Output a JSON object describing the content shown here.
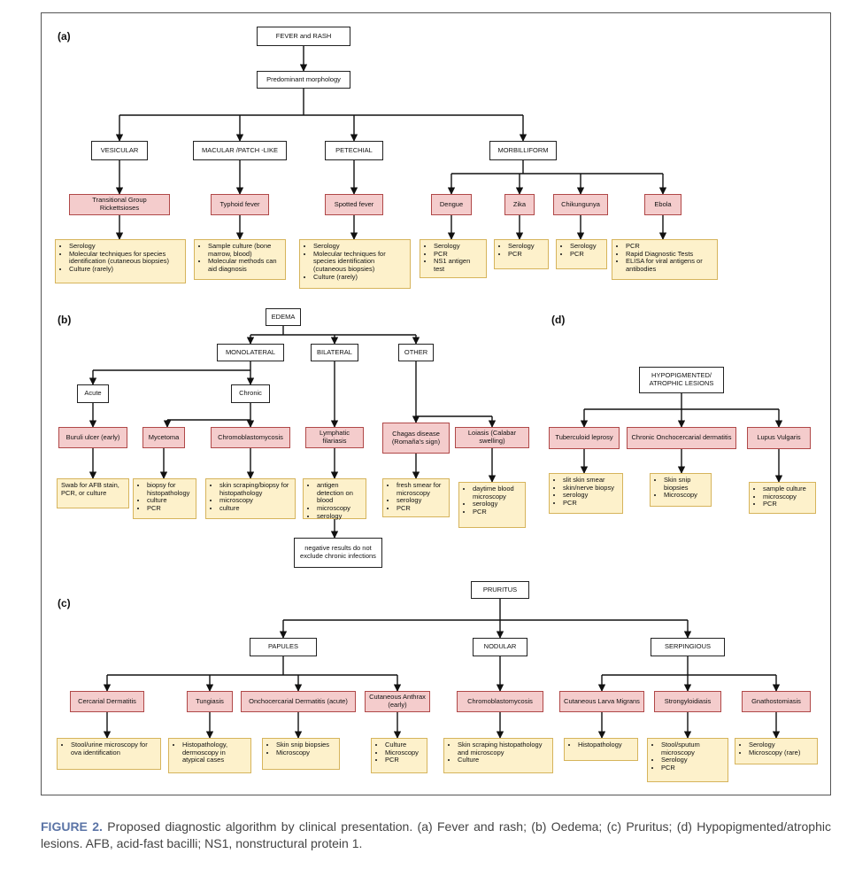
{
  "panels": {
    "a": "(a)",
    "b": "(b)",
    "c": "(c)",
    "d": "(d)"
  },
  "nodes": {
    "fever_rash": "FEVER and RASH",
    "predominant": "Predominant morphology",
    "vesicular": "VESICULAR",
    "macular": "MACULAR /PATCH -LIKE",
    "petechial": "PETECHIAL",
    "morbilliform": "MORBILLIFORM",
    "tgr": "Transitional Group Rickettsioses",
    "typhoid": "Typhoid fever",
    "spotted": "Spotted fever",
    "dengue": "Dengue",
    "zika": "Zika",
    "chik": "Chikungunya",
    "ebola": "Ebola",
    "edema": "EDEMA",
    "monolateral": "MONOLATERAL",
    "bilateral": "BILATERAL",
    "other": "OTHER",
    "acute": "Acute",
    "chronic": "Chronic",
    "buruli": "Buruli ulcer (early)",
    "mycetoma": "Mycetoma",
    "chromo_b": "Chromoblastomycosis",
    "lymph": "Lymphatic filariasis",
    "chagas": "Chagas disease (Romaña's sign)",
    "loiasis": "Loiasis (Calabar swelling)",
    "neg": "negative results do not exclude chronic infections",
    "hypo": "HYPOPIGMENTED/ ATROPHIC LESIONS",
    "tuber": "Tuberculoid leprosy",
    "chronic_oncho": "Chronic Onchocercarial dermatitis",
    "lupus": "Lupus Vulgaris",
    "pruritus": "PRURITUS",
    "papules": "PAPULES",
    "nodular": "NODULAR",
    "serpiginous": "SERPINGIOUS",
    "cercarial": "Cercarial Dermatitis",
    "tungiasis": "Tungiasis",
    "oncho_acute": "Onchocercarial Dermatitis (acute)",
    "anthrax": "Cutaneous Anthrax (early)",
    "chromo_c": "Chromoblastomycosis",
    "larva": "Cutaneous Larva Migrans",
    "strongy": "Strongyloidiasis",
    "gnatho": "Gnathostomiasis"
  },
  "tests": {
    "tgr": [
      "Serology",
      "Molecular techniques for species identification (cutaneous biopsies)",
      "Culture (rarely)"
    ],
    "typhoid": [
      "Sample culture (bone marrow, blood)",
      "Molecular methods can aid diagnosis"
    ],
    "spotted": [
      "Serology",
      "Molecular techniques for species identification (cutaneous biopsies)",
      "Culture (rarely)"
    ],
    "dengue": [
      "Serology",
      "PCR",
      "NS1 antigen test"
    ],
    "zika": [
      "Serology",
      "PCR"
    ],
    "chik": [
      "Serology",
      "PCR"
    ],
    "ebola": [
      "PCR",
      "Rapid Diagnostic Tests",
      "ELISA for viral antigens or antibodies"
    ],
    "buruli": "Swab for AFB stain, PCR, or culture",
    "mycetoma": [
      "biopsy for histopathology",
      "culture",
      "PCR"
    ],
    "chromo_b": [
      "skin scraping/biopsy for histopathology",
      "microscopy",
      "culture"
    ],
    "lymph": [
      "antigen detection on blood",
      "microscopy",
      "serology"
    ],
    "chagas": [
      "fresh smear for microscopy",
      "serology",
      "PCR"
    ],
    "loiasis": [
      "daytime blood microscopy",
      "serology",
      "PCR"
    ],
    "tuber": [
      "slit skin smear",
      "skin/nerve biopsy",
      "serology",
      "PCR"
    ],
    "chronic_oncho": [
      "Skin snip biopsies",
      "Microscopy"
    ],
    "lupus": [
      "sample culture",
      "microscopy",
      "PCR"
    ],
    "cercarial": [
      "Stool/urine microscopy for ova identification"
    ],
    "tungiasis": [
      "Histopathology, dermoscopy in atypical cases"
    ],
    "oncho_acute": [
      "Skin snip biopsies",
      "Microscopy"
    ],
    "anthrax": [
      "Culture",
      "Microscopy",
      "PCR"
    ],
    "chromo_c": [
      "Skin scraping histopathology and microscopy",
      "Culture"
    ],
    "larva": [
      "Histopathology"
    ],
    "strongy": [
      "Stool/sputum microscopy",
      "Serology",
      "PCR"
    ],
    "gnatho": [
      "Serology",
      "Microscopy (rare)"
    ]
  },
  "caption": {
    "figure_label": "FIGURE 2.",
    "text": " Proposed diagnostic algorithm by clinical presentation. (a) Fever and rash; (b) Oedema; (c) Pruritus; (d) Hypopigmented/atrophic lesions. AFB, acid-fast bacilli; NS1, nonstructural protein 1."
  },
  "colors": {
    "disease_fill": "#f4cccc",
    "disease_border": "#b04848",
    "test_fill": "#fdf1cb",
    "test_border": "#d6b45c",
    "caption_accent": "#5b74a6"
  }
}
